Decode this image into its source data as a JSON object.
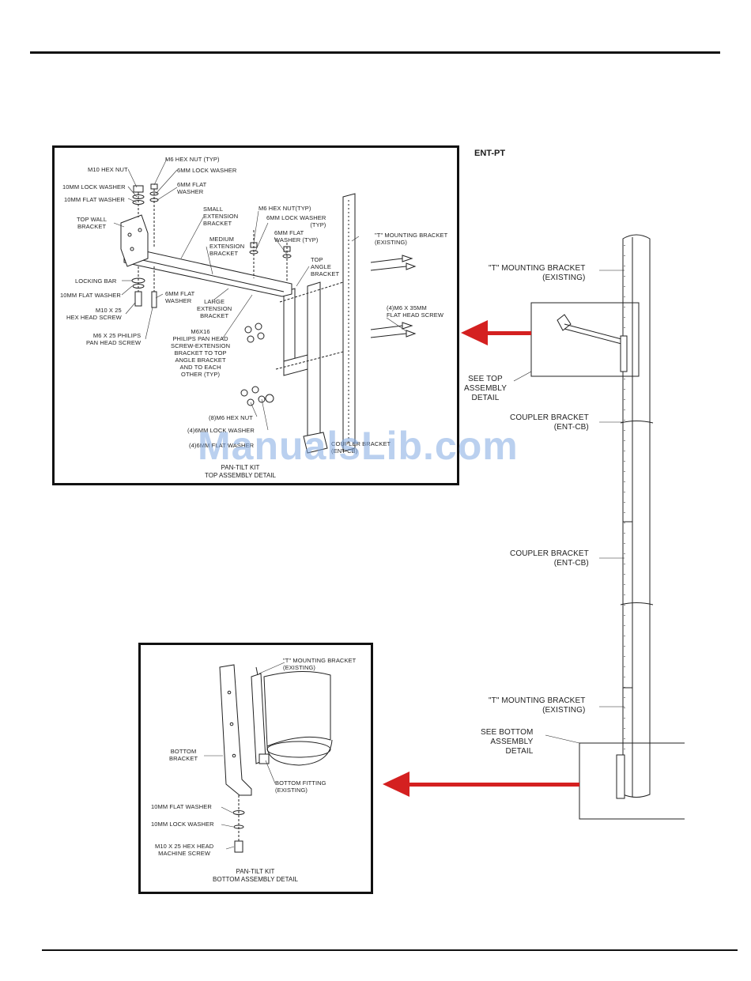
{
  "model_code": "ENT-PT",
  "watermark": "ManualsLib.com",
  "top_detail": {
    "caption": [
      "PAN-TILT KIT",
      "TOP ASSEMBLY DETAIL"
    ],
    "labels": {
      "m10_hex_nut": "M10 HEX NUT",
      "m6_hex_nut_typ": "M6 HEX NUT (TYP)",
      "lock_washer_6mm": "6mm LOCK WASHER",
      "lock_washer_10mm": "10mm LOCK WASHER",
      "flat_washer_6mm": [
        "6mm FLAT",
        "WASHER"
      ],
      "flat_washer_10mm": "10mm FLAT WASHER",
      "top_wall_bracket": [
        "TOP WALL",
        "BRACKET"
      ],
      "small_ext_bracket": [
        "SMALL",
        "EXTENSION",
        "BRACKET"
      ],
      "m6_hex_nut_typ_2": "M6 HEX NUT(TYP)",
      "lock_washer_6mm_typ": [
        "6mm LOCK WASHER",
        "(TYP)"
      ],
      "medium_ext_bracket": [
        "MEDIUM",
        "EXTENSION",
        "BRACKET"
      ],
      "flat_washer_6mm_typ": [
        "6mm FLAT",
        "WASHER (TYP)"
      ],
      "t_bracket": [
        "\"T\" MOUNTING BRACKET",
        "(EXISTING)"
      ],
      "top_angle_bracket": [
        "TOP",
        "ANGLE",
        "BRACKET"
      ],
      "locking_bar": "LOCKING BAR",
      "flat_washer_10mm_2": "10mm FLAT WASHER",
      "flat_washer_6mm_2": [
        "6mm FLAT",
        "WASHER"
      ],
      "large_ext_bracket": [
        "LARGE",
        "EXTENSION",
        "BRACKET"
      ],
      "m10_hex_screw": [
        "M10 x 25",
        "HEX HEAD SCREW"
      ],
      "m6_flat_head_screw": [
        "(4)M6 x 35mm",
        "FLAT HEAD SCREW"
      ],
      "m6_philips_screw": [
        "M6 x 25 PHILIPS",
        "PAN HEAD SCREW"
      ],
      "m6x16_note": [
        "M6x16",
        "PHILIPS PAN HEAD",
        "SCREW-EXTENSION",
        "BRACKET TO TOP",
        "ANGLE BRACKET",
        "AND TO EACH",
        "OTHER (TYP)"
      ],
      "hex_nut_8": "(8)M6 HEX NUT",
      "lock_washer_4": "(4)6mm LOCK WASHER",
      "flat_washer_4": "(4)6mm FLAT WASHER",
      "coupler_note": [
        "COUPLER BRACKET",
        "(ENT-CB)"
      ]
    }
  },
  "pole": {
    "t_bracket_top": [
      "\"T\" MOUNTING BRACKET",
      "(EXISTING)"
    ],
    "see_top": [
      "SEE TOP",
      "ASSEMBLY",
      "DETAIL"
    ],
    "coupler_1": [
      "COUPLER BRACKET",
      "(ENT-CB)"
    ],
    "coupler_2": [
      "COUPLER BRACKET",
      "(ENT-CB)"
    ],
    "t_bracket_bottom": [
      "\"T\" MOUNTING BRACKET",
      "(EXISTING)"
    ],
    "see_bottom": [
      "SEE BOTTOM",
      "ASSEMBLY",
      "DETAIL"
    ]
  },
  "bottom_detail": {
    "caption": [
      "PAN-TILT KIT",
      "BOTTOM ASSEMBLY DETAIL"
    ],
    "labels": {
      "t_bracket": [
        "\"T\" MOUNTING BRACKET",
        "(EXISTING)"
      ],
      "bottom_bracket": [
        "BOTTOM",
        "BRACKET"
      ],
      "bottom_fitting": [
        "BOTTOM FITTING",
        "(EXISTING)"
      ],
      "flat_washer_10mm": "10mm FLAT WASHER",
      "lock_washer_10mm": "10mm LOCK WASHER",
      "m10_machine_screw": [
        "M10 x 25 HEX HEAD",
        "MACHINE SCREW"
      ]
    }
  },
  "colors": {
    "arrow": "#d42020",
    "line": "#222222",
    "watermark": "#82aae1"
  }
}
